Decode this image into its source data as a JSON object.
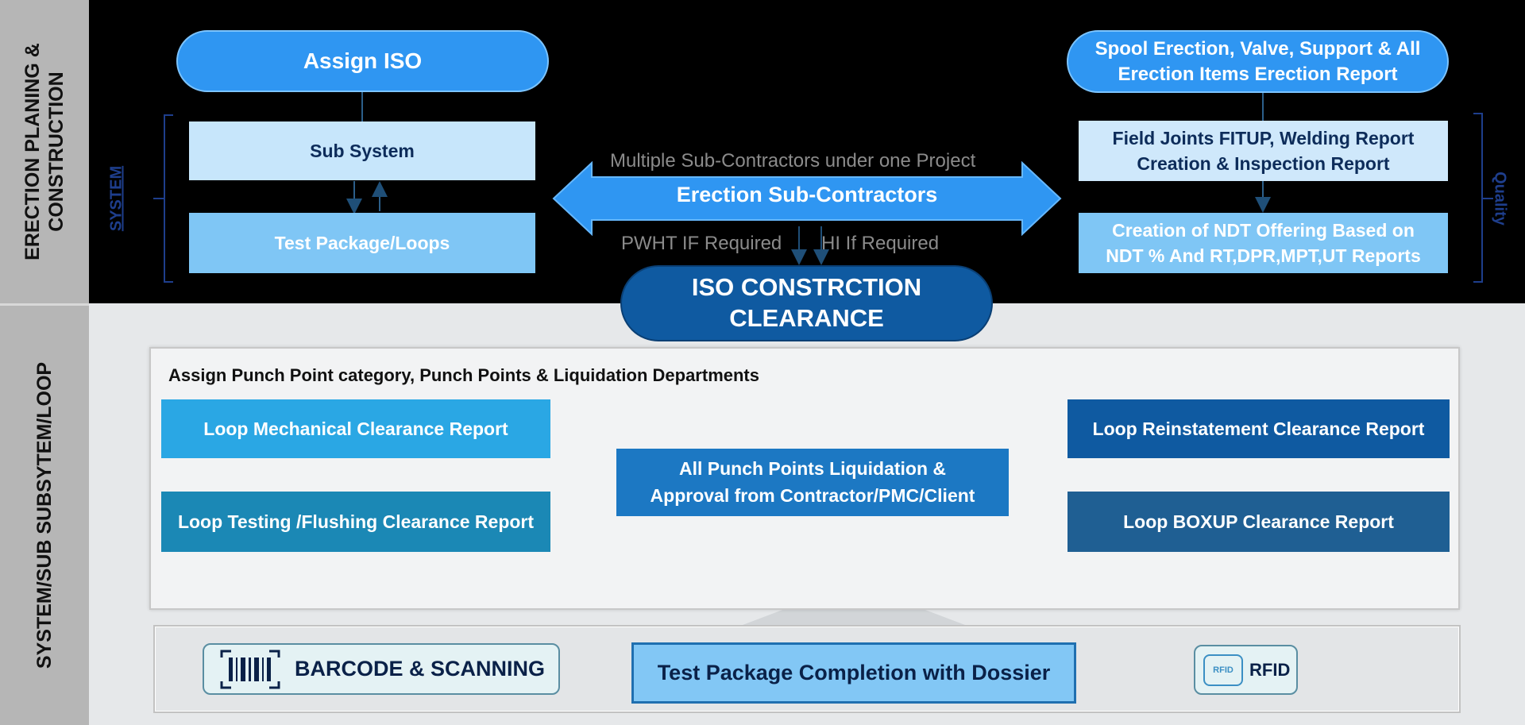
{
  "left_labels": {
    "top": [
      "ERECTION PLANING &",
      "CONSTRUCTION"
    ],
    "bottom": "SYSTEM/SUB SUBSYTEM/LOOP"
  },
  "top": {
    "assign_iso": "Assign ISO",
    "sub_system": "Sub System",
    "test_package_loops": "Test Package/Loops",
    "system_side_label": "SYSTEM",
    "multiple_sub_contractors": "Multiple Sub-Contractors under one Project",
    "erection_sub_contractors": "Erection Sub-Contractors",
    "pwht": "PWHT IF Required",
    "hi": "HI If Required",
    "spool_erection": [
      "Spool Erection, Valve, Support & All",
      "Erection Items Erection Report"
    ],
    "field_joints": [
      "Field Joints FITUP, Welding Report",
      "Creation & Inspection Report"
    ],
    "ndt_offering": [
      "Creation of NDT Offering Based on",
      "NDT %  And RT,DPR,MPT,UT Reports"
    ],
    "quality_side_label": "Quality",
    "iso_clearance": [
      "ISO CONSTRCTION",
      "CLEARANCE"
    ]
  },
  "punch": {
    "title": "Assign Punch Point category, Punch Points & Liquidation Departments",
    "mechanical": "Loop Mechanical Clearance Report",
    "testing": "Loop Testing /Flushing Clearance Report",
    "center": [
      "All Punch Points Liquidation &",
      "Approval from Contractor/PMC/Client"
    ],
    "reinstatement": "Loop  Reinstatement Clearance Report",
    "boxup": "Loop BOXUP Clearance Report"
  },
  "footer": {
    "barcode": "BARCODE & SCANNING",
    "test_package_completion": "Test Package Completion with Dossier",
    "rfid": "RFID",
    "rfid_icon_text": "RFID"
  },
  "colors": {
    "pill_blue": "#2f96f2",
    "dark_blue": "#0f5aa1",
    "light_blue": "#c7e6fb",
    "mid_blue": "#7fc6f5",
    "arrow_blue": "#2f96f2"
  }
}
